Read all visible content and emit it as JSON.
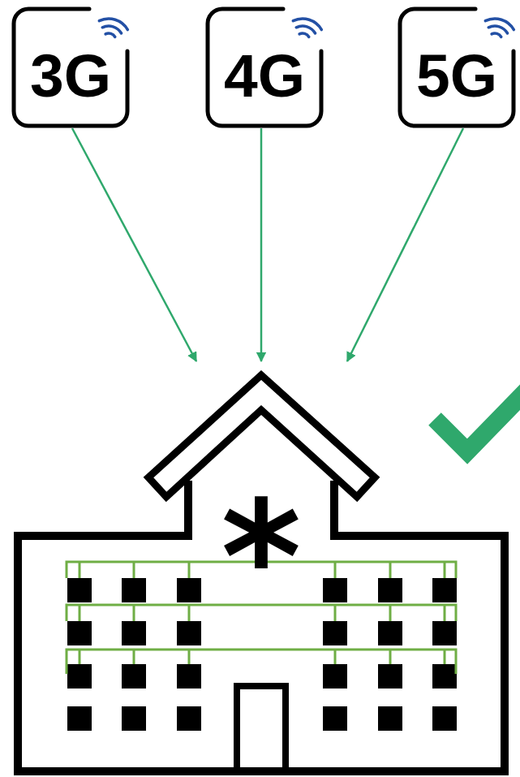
{
  "diagram": {
    "nodes": [
      {
        "text": [
          "3G"
        ]
      },
      {
        "text": [
          "4G"
        ]
      },
      {
        "text": [
          "5G"
        ]
      },
      {
        "text": [
          "*"
        ]
      }
    ],
    "edges": [
      {
        "from": 0,
        "to": 3,
        "arrow": "to"
      },
      {
        "from": 1,
        "to": 3,
        "arrow": "to"
      },
      {
        "from": 2,
        "to": 3,
        "arrow": "to"
      }
    ]
  }
}
